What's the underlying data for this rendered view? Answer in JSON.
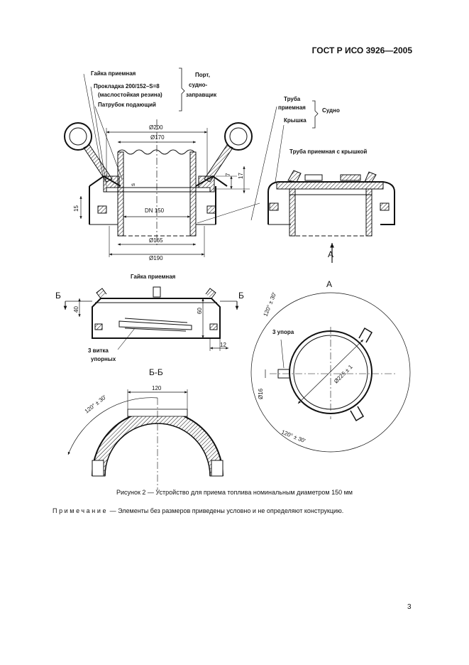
{
  "header": "ГОСТ Р ИСО 3926—2005",
  "labels": {
    "nut": "Гайка приемная",
    "gasket1": "Прокладка 200/152–S=8",
    "gasket2": "(маслостойкая резина)",
    "branch_pipe": "Патрубок подающий",
    "port1": "Порт,",
    "port2": "судно-",
    "port3": "заправщик",
    "pipe1": "Труба",
    "pipe2": "приемная",
    "ship": "Судно",
    "cover": "Крышка",
    "pipe_with_cover": "Труба приемная с крышкой",
    "nut_view": "Гайка приемная",
    "threads1": "3 витка",
    "threads2": "упорных",
    "stops": "3 упора",
    "view_a_arrow": "А",
    "view_a_title": "А",
    "section_b_left": "Б",
    "section_b_right": "Б",
    "section_bb": "Б-Б"
  },
  "dims": {
    "d200": "Ø200",
    "d170": "Ø170",
    "d165": "Ø165",
    "d190": "Ø190",
    "dn150": "DN 150",
    "n7": "7",
    "n17": "17",
    "n15": "15",
    "n40": "40",
    "n60": "60",
    "n12": "12",
    "n120": "120",
    "d16": "Ø16",
    "d225": "Ø225 ± 1",
    "ang1": "120° ± 30'",
    "ang2": "120° ± 30'",
    "ang3": "120° ± 30'",
    "s": "s"
  },
  "caption": "Рисунок 2 — Устройство для приема топлива номинальным диаметром 150 мм",
  "note_head": "Примечание",
  "note_text": " — Элементы без размеров приведены условно и не определяют конструкцию.",
  "page_number": "3"
}
